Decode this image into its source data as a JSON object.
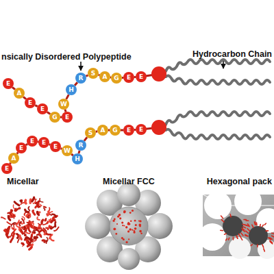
{
  "diagram": {
    "nodes": [
      {
        "text": [
          "E"
        ]
      },
      {
        "text": [
          "A"
        ]
      },
      {
        "text": [
          "E"
        ]
      },
      {
        "text": [
          "E"
        ]
      },
      {
        "text": [
          "G"
        ]
      },
      {
        "text": [
          "E"
        ]
      },
      {
        "text": [
          "W"
        ]
      },
      {
        "text": [
          "H"
        ]
      },
      {
        "text": [
          "R"
        ]
      },
      {
        "text": [
          "S"
        ]
      },
      {
        "text": [
          "A"
        ]
      },
      {
        "text": [
          "G"
        ]
      },
      {
        "text": [
          "E"
        ]
      },
      {
        "text": [
          "E"
        ]
      },
      {
        "text": [
          "E"
        ]
      },
      {
        "text": [
          "A"
        ]
      },
      {
        "text": [
          "E"
        ]
      },
      {
        "text": [
          "E"
        ]
      },
      {
        "text": [
          "E"
        ]
      },
      {
        "text": [
          "E"
        ]
      },
      {
        "text": [
          "W"
        ]
      },
      {
        "text": [
          "H"
        ]
      },
      {
        "text": [
          "R"
        ]
      },
      {
        "text": [
          "S"
        ]
      },
      {
        "text": [
          "A"
        ]
      },
      {
        "text": [
          "G"
        ]
      },
      {
        "text": [
          "E"
        ]
      },
      {
        "text": [
          "E"
        ]
      }
    ],
    "edges": [
      {
        "from": 0,
        "to": 1,
        "arrow": "none"
      },
      {
        "from": 1,
        "to": 2,
        "arrow": "none"
      },
      {
        "from": 2,
        "to": 3,
        "arrow": "none"
      },
      {
        "from": 3,
        "to": 4,
        "arrow": "none"
      },
      {
        "from": 4,
        "to": 5,
        "arrow": "none"
      },
      {
        "from": 5,
        "to": 6,
        "arrow": "none"
      },
      {
        "from": 6,
        "to": 7,
        "arrow": "none"
      },
      {
        "from": 7,
        "to": 8,
        "arrow": "none"
      },
      {
        "from": 8,
        "to": 9,
        "arrow": "none"
      },
      {
        "from": 9,
        "to": 10,
        "arrow": "none"
      },
      {
        "from": 10,
        "to": 11,
        "arrow": "none"
      },
      {
        "from": 11,
        "to": 12,
        "arrow": "none"
      },
      {
        "from": 12,
        "to": 13,
        "arrow": "none"
      },
      {
        "from": 14,
        "to": 15,
        "arrow": "none"
      },
      {
        "from": 15,
        "to": 16,
        "arrow": "none"
      },
      {
        "from": 16,
        "to": 17,
        "arrow": "none"
      },
      {
        "from": 17,
        "to": 18,
        "arrow": "none"
      },
      {
        "from": 18,
        "to": 19,
        "arrow": "none"
      },
      {
        "from": 19,
        "to": 20,
        "arrow": "none"
      },
      {
        "from": 20,
        "to": 21,
        "arrow": "none"
      },
      {
        "from": 21,
        "to": 22,
        "arrow": "none"
      },
      {
        "from": 22,
        "to": 23,
        "arrow": "none"
      },
      {
        "from": 23,
        "to": 24,
        "arrow": "none"
      },
      {
        "from": 24,
        "to": 25,
        "arrow": "none"
      },
      {
        "from": 25,
        "to": 26,
        "arrow": "none"
      },
      {
        "from": 26,
        "to": 27,
        "arrow": "none"
      }
    ],
    "labels": [
      "nsically Disordered Polypeptide",
      "Hydrocarbon Chain",
      "Micellar",
      "Micellar FCC",
      "Hexagonal pack"
    ]
  }
}
